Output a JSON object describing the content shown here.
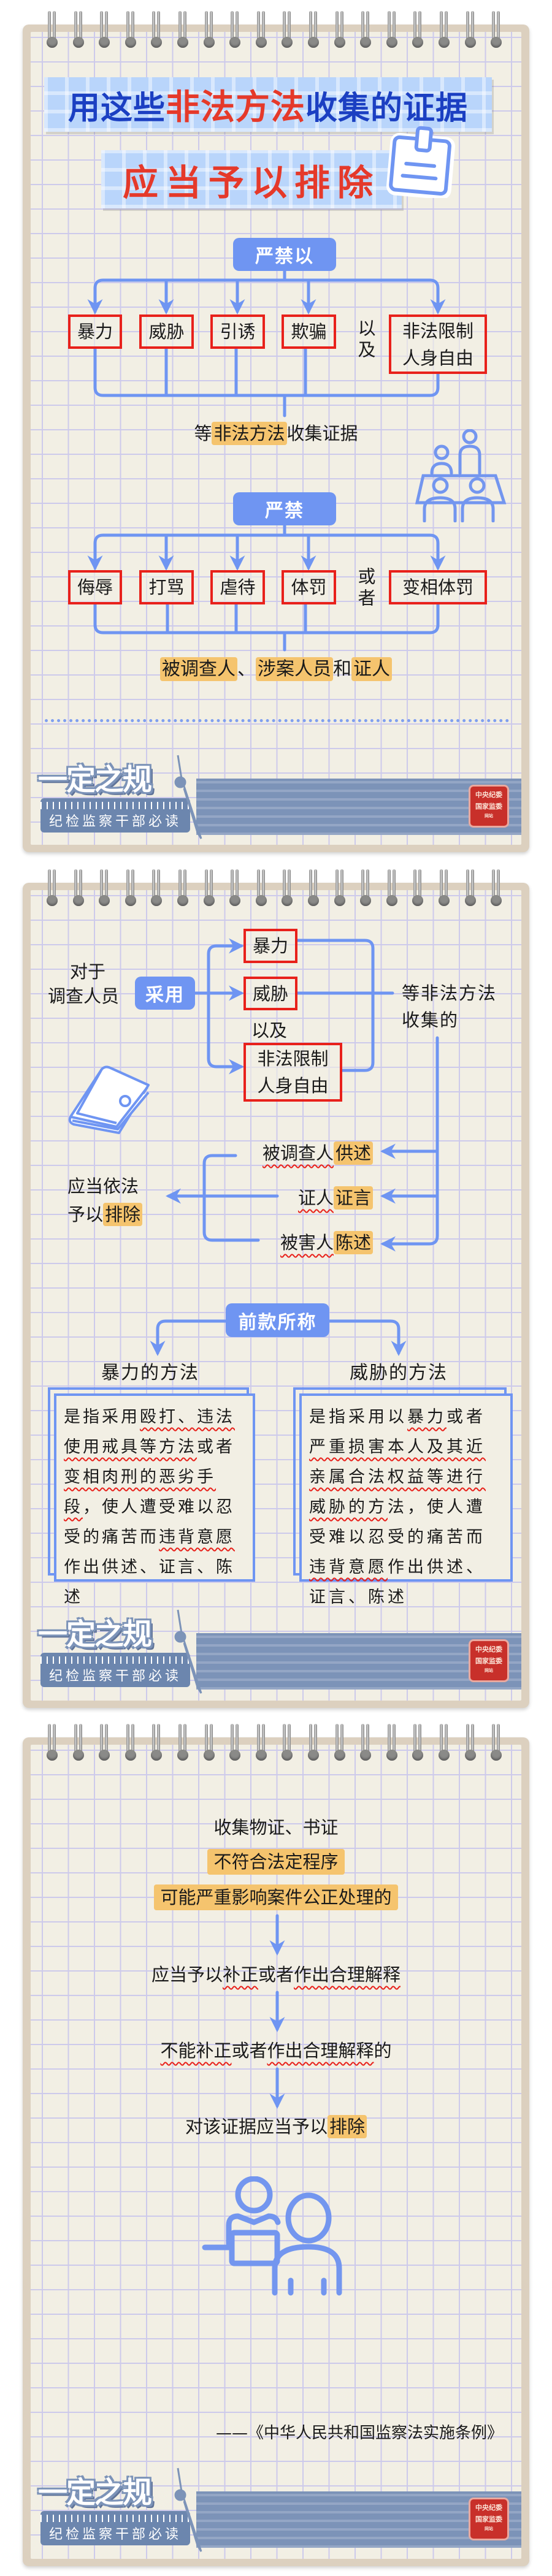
{
  "title": {
    "line1": [
      {
        "t": "用这些"
      },
      {
        "t": "非法方法",
        "s": "red"
      },
      {
        "t": "收集的证据"
      }
    ],
    "line2": "应当予以排除"
  },
  "panel1": {
    "tree1": {
      "root": "严禁以",
      "items": [
        "暴力",
        "威胁",
        "引诱",
        "欺骗"
      ],
      "connector": "以及",
      "last": "非法限制人身自由",
      "result": [
        {
          "t": "等"
        },
        {
          "t": "非法方法",
          "s": "hl"
        },
        {
          "t": "收集证据"
        }
      ]
    },
    "tree2": {
      "root": "严禁",
      "items": [
        "侮辱",
        "打骂",
        "虐待",
        "体罚"
      ],
      "connector": "或者",
      "last": "变相体罚",
      "result": [
        {
          "t": "被调查人",
          "s": "hl"
        },
        {
          "t": "、"
        },
        {
          "t": "涉案人员",
          "s": "hl"
        },
        {
          "t": "和"
        },
        {
          "t": "证人",
          "s": "hl"
        }
      ]
    }
  },
  "panel2": {
    "subject_line1": "对于",
    "subject_line2": "调查人员",
    "verb": "采用",
    "methods": [
      "暴力",
      "威胁"
    ],
    "connector": "以及",
    "last_method": "非法限制人身自由",
    "suffix": "等非法方法收集的",
    "outputs": [
      [
        {
          "t": "被调查人",
          "s": "wavy"
        },
        {
          "t": "供述",
          "s": "hl"
        }
      ],
      [
        {
          "t": "证人",
          "s": "wavy"
        },
        {
          "t": "证言",
          "s": "hl"
        }
      ],
      [
        {
          "t": "被害人",
          "s": "wavy"
        },
        {
          "t": "陈述",
          "s": "hl"
        }
      ]
    ],
    "conclusion_line1": "应当依法",
    "conclusion_line2": [
      {
        "t": "予以"
      },
      {
        "t": "排除",
        "s": "hl"
      }
    ],
    "definitions_root": "前款所称",
    "left_title": "暴力的方法",
    "left_text": [
      {
        "t": "是指采用"
      },
      {
        "t": "殴打、违法使用戒具等方法",
        "s": "wavy"
      },
      {
        "t": "或者"
      },
      {
        "t": "变相肉刑的恶劣手段",
        "s": "wavy"
      },
      {
        "t": "，使人遭受难以忍受的痛苦而"
      },
      {
        "t": "违背意愿",
        "s": "wavy"
      },
      {
        "t": "作出供述、证言、陈述"
      }
    ],
    "right_title": "威胁的方法",
    "right_text": [
      {
        "t": "是指采用以"
      },
      {
        "t": "暴力",
        "s": "wavy"
      },
      {
        "t": "或者"
      },
      {
        "t": "严重损害本人及其近亲属合法权益等进行威胁的方",
        "s": "wavy"
      },
      {
        "t": "法，使人遭受难以忍受的痛苦而"
      },
      {
        "t": "违背意愿",
        "s": "wavy"
      },
      {
        "t": "作出供述、证言、陈述"
      }
    ]
  },
  "panel3": {
    "line1": "收集物证、书证",
    "line2": "不符合法定程序",
    "line3": "可能严重影响案件公正处理的",
    "step2": [
      {
        "t": "应当予以"
      },
      {
        "t": "补正",
        "s": "wavy"
      },
      {
        "t": "或者"
      },
      {
        "t": "作出合理解释",
        "s": "wavy"
      }
    ],
    "step3": [
      {
        "t": "不能补正",
        "s": "wavy"
      },
      {
        "t": "或者"
      },
      {
        "t": "作出合理解释",
        "s": "wavy"
      },
      {
        "t": "的"
      }
    ],
    "step4": [
      {
        "t": "对该证据应当予以"
      },
      {
        "t": "排除",
        "s": "hl"
      }
    ],
    "citation": "——《中华人民共和国监察法实施条例》"
  },
  "footer": {
    "logo": "一定之规",
    "slogan": "纪检监察干部必读",
    "seal": [
      "中央纪委",
      "国家监委",
      "网站"
    ]
  },
  "colors": {
    "accent_blue": "#6f95f2",
    "frame_red": "#e8211b",
    "highlight": "#f5c46e",
    "title_blue": "#1b3fc2",
    "title_red": "#e5392a"
  }
}
